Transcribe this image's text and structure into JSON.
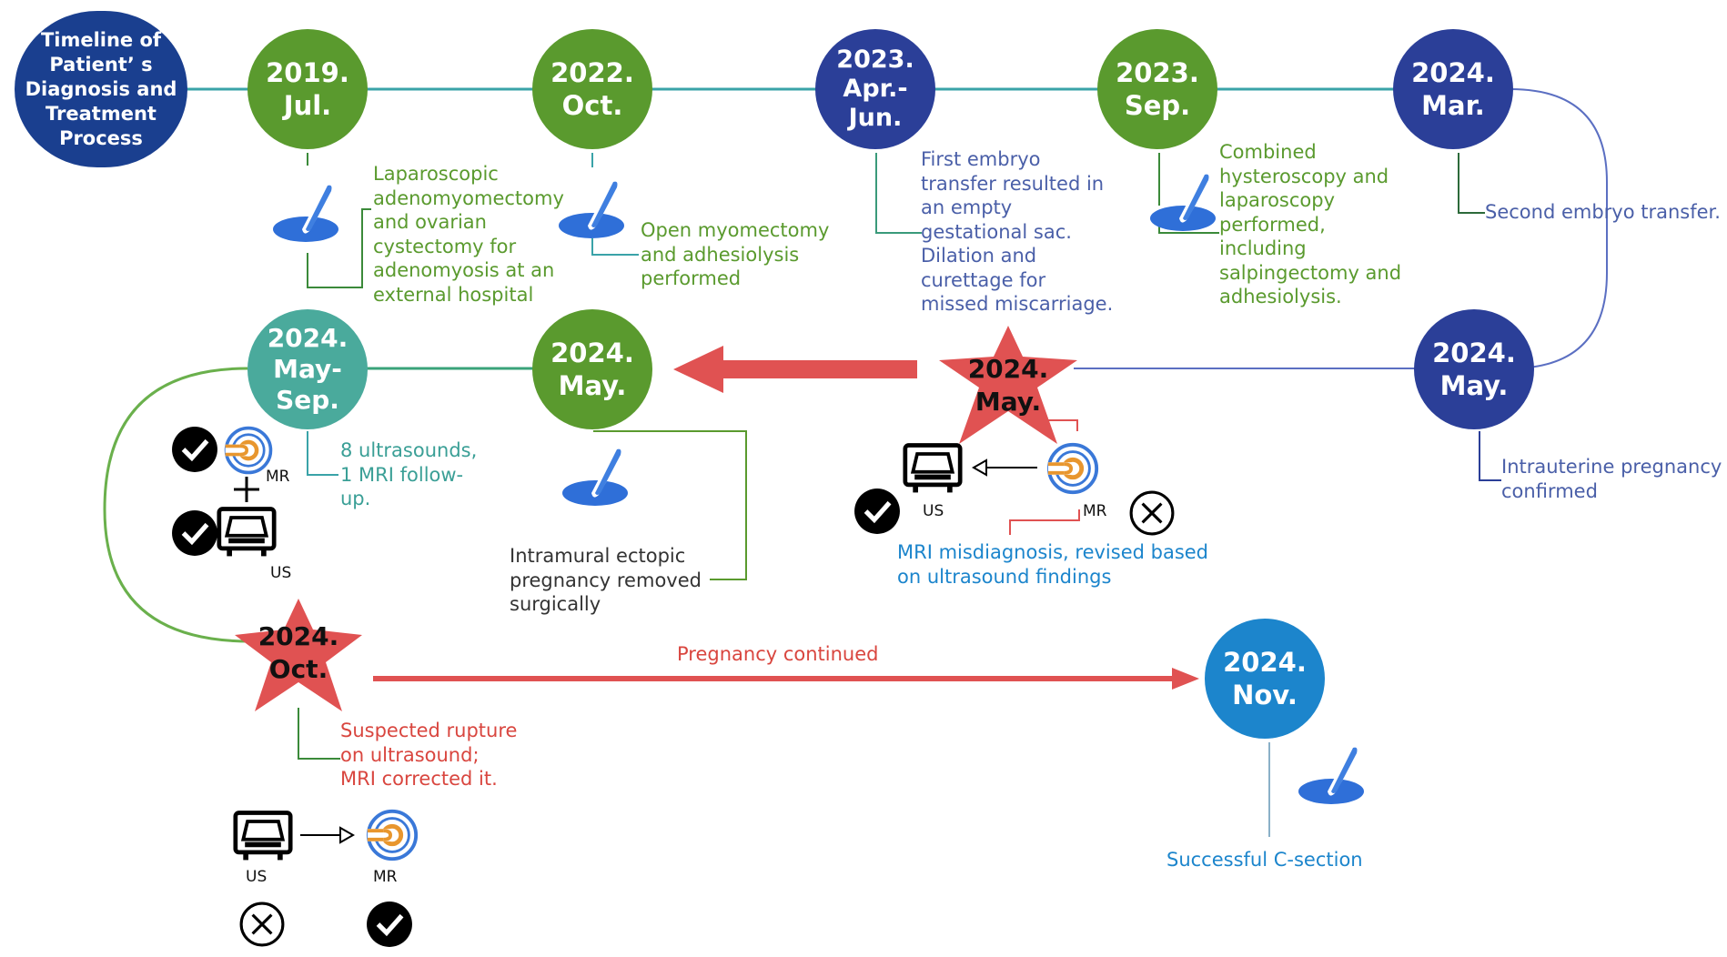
{
  "title": "Timeline of\nPatient’ s\nDiagnosis and\nTreatment\nProcess",
  "nodes": {
    "n2019jul": "2019.\nJul.",
    "n2022oct": "2022.\nOct.",
    "n2023apr": "2023.\nApr.-\nJun.",
    "n2023sep": "2023.\nSep.",
    "n2024mar": "2024.\nMar.",
    "n2024may_right": "2024.\nMay.",
    "n2024may_star": "2024.\nMay.",
    "n2024may_mid": "2024.\nMay.",
    "n2024maysep": "2024.\nMay-\nSep.",
    "n2024oct": "2024.\nOct.",
    "n2024nov": "2024.\nNov."
  },
  "notes": {
    "n2019jul": "Laparoscopic\nadenomyomectomy\nand ovarian\ncystectomy for\nadenomyosis at an\nexternal hospital",
    "n2022oct": "Open myomectomy\nand adhesiolysis\nperformed",
    "n2023apr": "First embryo\ntransfer resulted in\nan empty\ngestational sac.\nDilation and\ncurettage for\nmissed miscarriage.",
    "n2023sep": "Combined\nhysteroscopy and\nlaparoscopy\nperformed,\nincluding\nsalpingectomy and\nadhesiolysis.",
    "n2024mar": "Second embryo transfer.",
    "n2024may_right": "Intrauterine pregnancy\nconfirmed",
    "n2024may_star": "MRI misdiagnosis, revised based\non ultrasound findings",
    "n2024may_mid": "Intramural ectopic\npregnancy removed\nsurgically",
    "n2024maysep": "8 ultrasounds,\n1 MRI follow-\nup.",
    "n2024oct": "Suspected rupture\non ultrasound;\nMRI corrected it.",
    "n2024nov": "Successful C-section",
    "arrow_label": "Pregnancy continued"
  },
  "modality_labels": {
    "us": "US",
    "mr": "MR",
    "plus": "+"
  },
  "icons": [
    "scalpel-icon",
    "ultrasound-machine-icon",
    "mri-scanner-icon",
    "check-icon",
    "cross-icon",
    "star-marker"
  ],
  "colors": {
    "green": "#5a9a2e",
    "navy": "#2b3f98",
    "teal": "#4aaa9c",
    "blue": "#1c85cc",
    "red": "#e05252",
    "title_bg": "#1a3f8f"
  }
}
